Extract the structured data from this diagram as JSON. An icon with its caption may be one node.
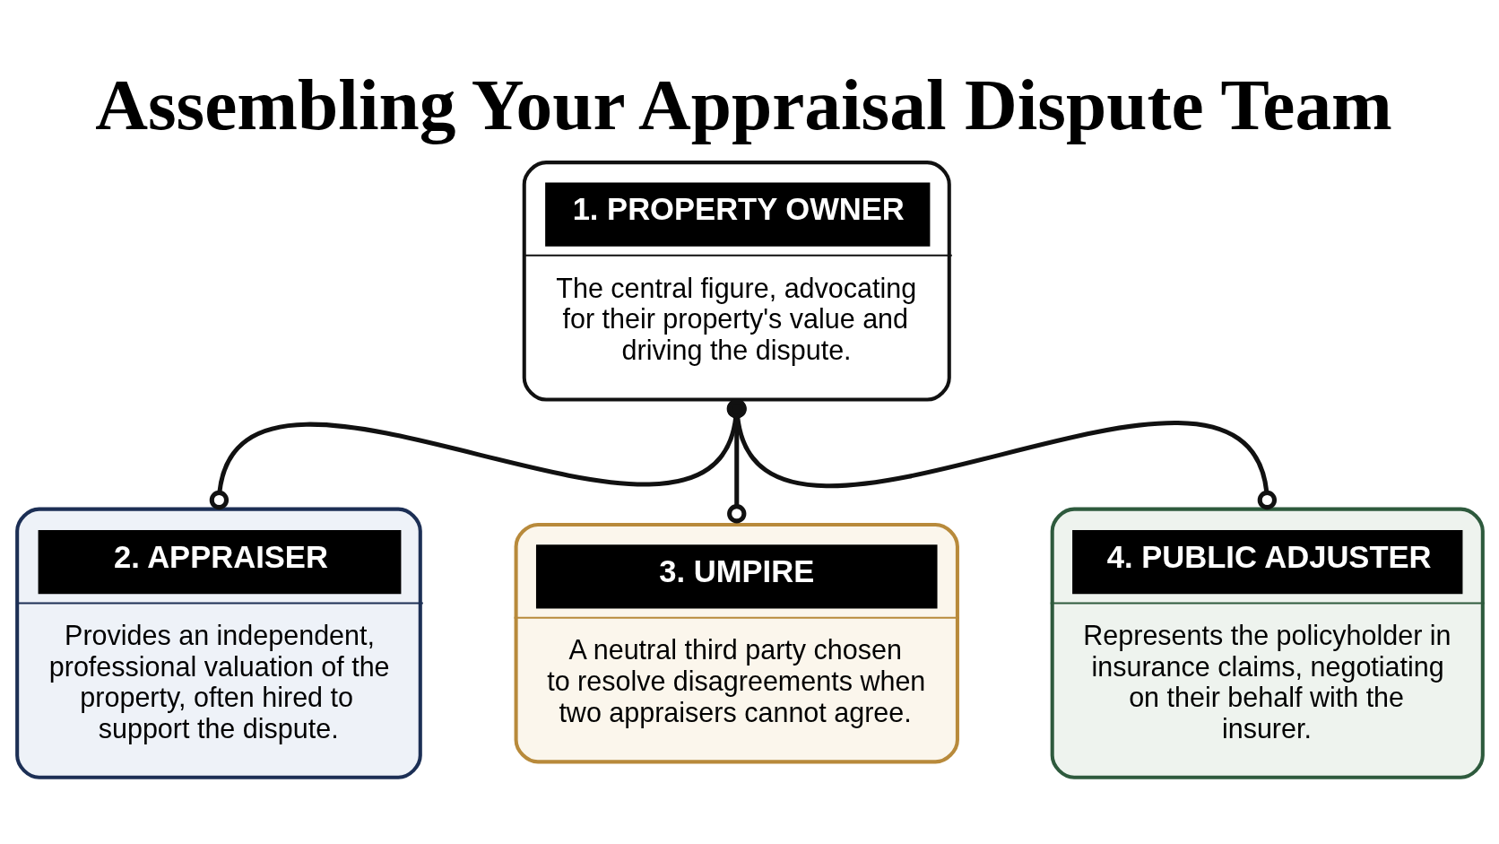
{
  "diagram": {
    "title": "Assembling Your Appraisal Dispute Team",
    "nodes": [
      {
        "text": [
          "1. PROPERTY OWNER",
          "The central figure, advocating for their property's value and driving the dispute."
        ]
      },
      {
        "text": [
          "2. APPRAISER",
          "Provides an independent, professional valuation of the property, often hired to support the dispute."
        ]
      },
      {
        "text": [
          "3. UMPIRE",
          "A neutral third party chosen to resolve disagreements when two appraisers cannot agree."
        ]
      },
      {
        "text": [
          "4. PUBLIC ADJUSTER",
          "Represents the policyholder in insurance claims, negotiating on their behalf with the insurer."
        ]
      }
    ],
    "edges": [
      {
        "from": 0,
        "to": 1,
        "arrow": "other"
      },
      {
        "from": 0,
        "to": 2,
        "arrow": "other"
      },
      {
        "from": 0,
        "to": 3,
        "arrow": "other"
      }
    ]
  }
}
